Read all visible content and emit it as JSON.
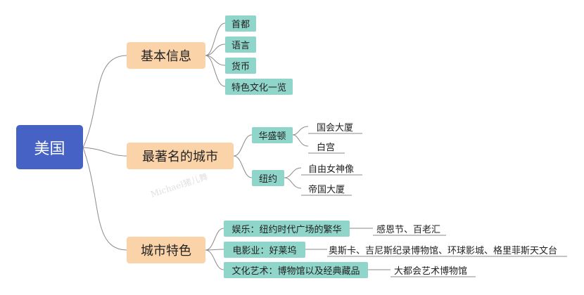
{
  "root": "美国",
  "branches": [
    {
      "label": "基本信息",
      "children": [
        "首都",
        "语言",
        "货币",
        "特色文化一览"
      ]
    },
    {
      "label": "最著名的城市",
      "children": [
        {
          "label": "华盛顿",
          "children": [
            "国会大厦",
            "白宫"
          ]
        },
        {
          "label": "纽约",
          "children": [
            "自由女神像",
            "帝国大厦"
          ]
        }
      ]
    },
    {
      "label": "城市特色",
      "children": [
        {
          "label": "娱乐：纽约时代广场的繁华",
          "children": [
            "感恩节、百老汇"
          ]
        },
        {
          "label": "电影业：好莱坞",
          "children": [
            "奥斯卡、吉尼斯纪录博物馆、环球影城、格里菲斯天文台"
          ]
        },
        {
          "label": "文化艺术：博物馆以及经典藏品",
          "children": [
            "大都会艺术博物馆"
          ]
        }
      ]
    }
  ],
  "watermark": "Michael猪儿舞"
}
